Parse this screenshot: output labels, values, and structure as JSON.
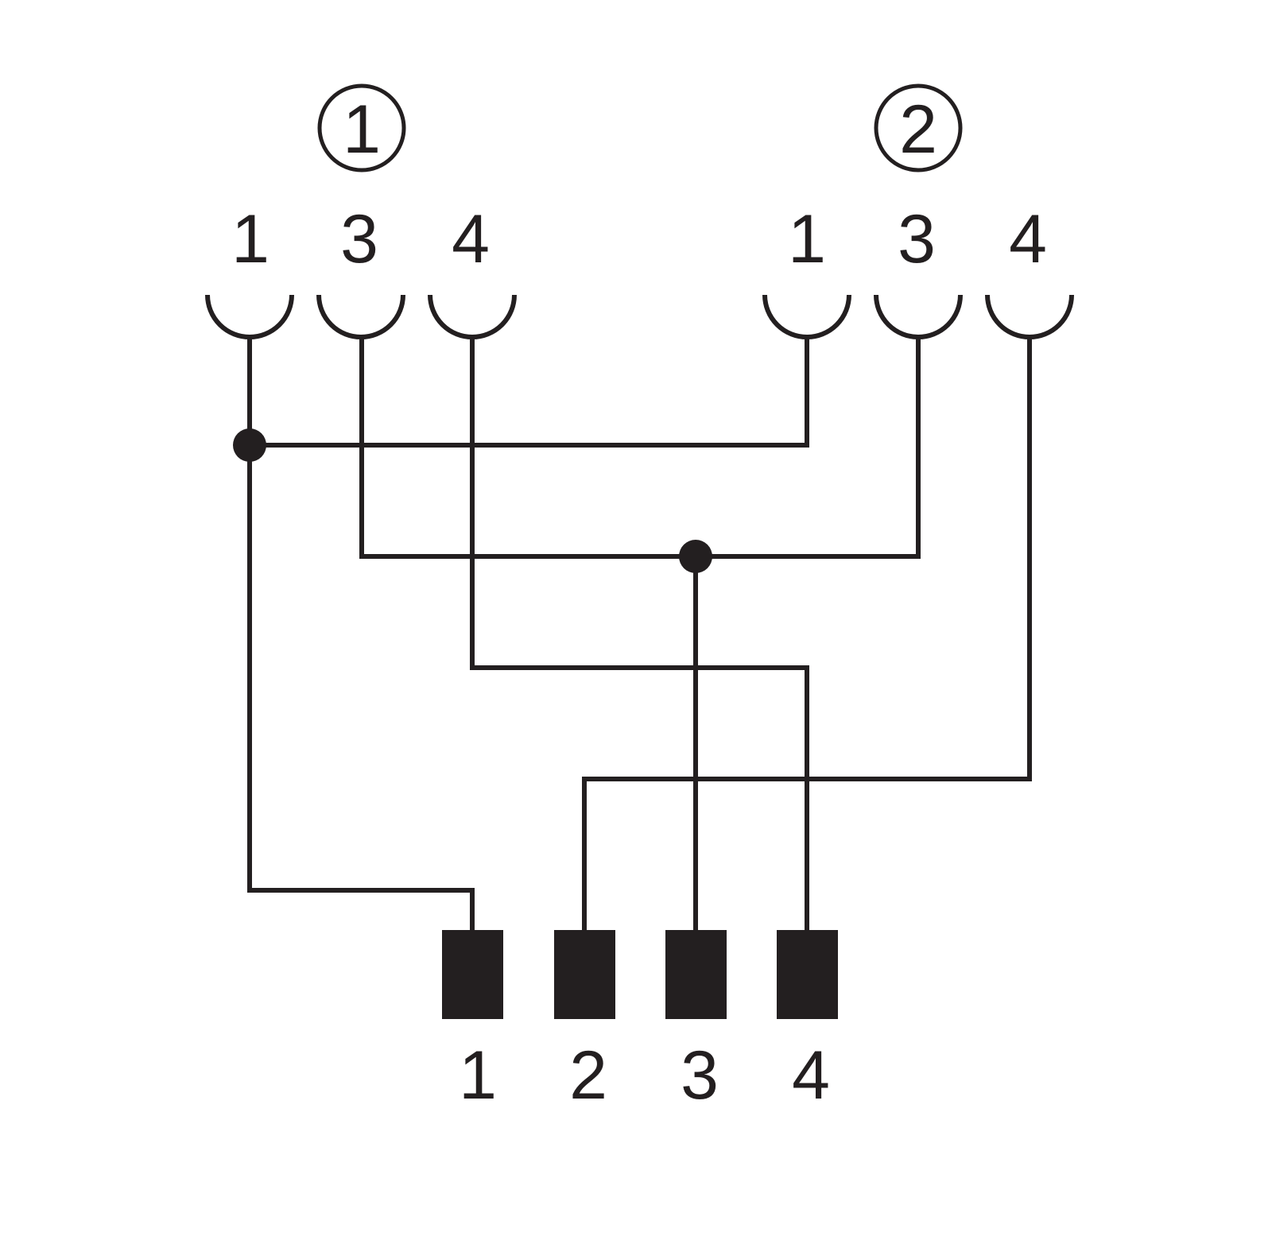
{
  "colors": {
    "ink": "#231f20",
    "background": "#ffffff"
  },
  "connectors": [
    {
      "marker": "1",
      "pins": [
        {
          "label": "1"
        },
        {
          "label": "3"
        },
        {
          "label": "4"
        }
      ]
    },
    {
      "marker": "2",
      "pins": [
        {
          "label": "1"
        },
        {
          "label": "3"
        },
        {
          "label": "4"
        }
      ]
    }
  ],
  "plug": {
    "pins": [
      {
        "label": "1"
      },
      {
        "label": "2"
      },
      {
        "label": "3"
      },
      {
        "label": "4"
      }
    ]
  }
}
